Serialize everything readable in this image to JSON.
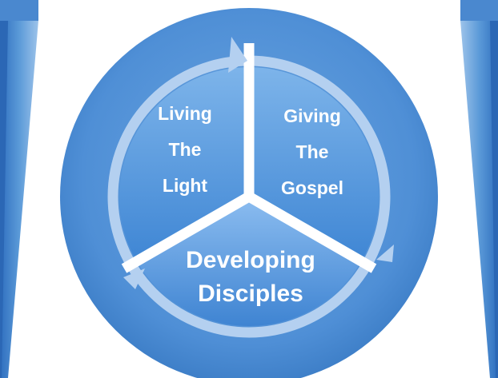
{
  "diagram": {
    "segments": [
      {
        "id": "living",
        "lines": [
          "Living",
          "The",
          "Light"
        ]
      },
      {
        "id": "giving",
        "lines": [
          "Giving",
          "The",
          "Gospel"
        ]
      },
      {
        "id": "developing",
        "lines": [
          "Developing",
          "Disciples"
        ]
      }
    ]
  }
}
